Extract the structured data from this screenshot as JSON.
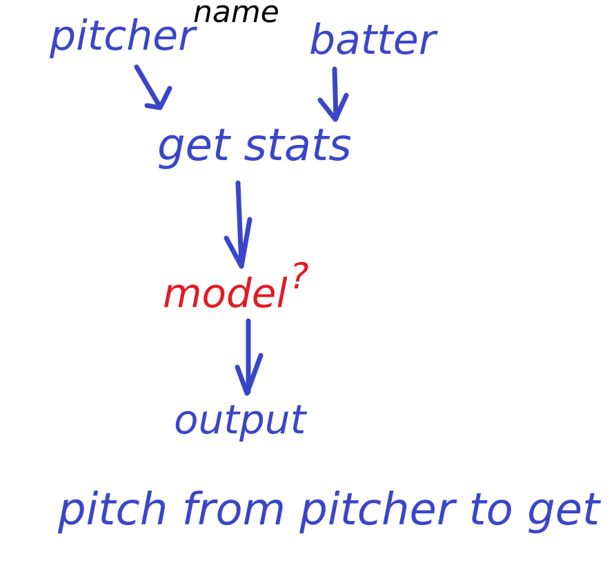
{
  "diagram": {
    "label_top": "name",
    "node_pitcher": "pitcher",
    "node_batter": "batter",
    "node_get_stats": "get stats",
    "node_model": "model",
    "node_model_mark": "?",
    "node_output": "output",
    "footer_note": "pitch from pitcher to get out"
  },
  "colors": {
    "ink_blue": "#3a46c8",
    "ink_red": "#e41a22",
    "ink_black": "#000000",
    "background": "#ffffff"
  }
}
